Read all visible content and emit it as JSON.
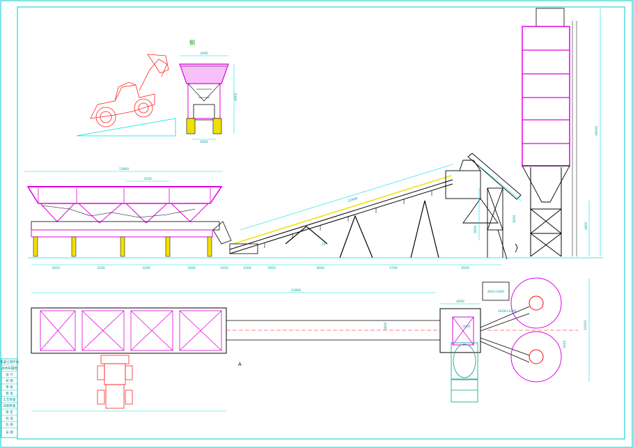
{
  "colors": {
    "frame": "#00c8c8",
    "structure": "#e000e0",
    "outline": "#000000",
    "dimension": "#00e0e0",
    "loader": "#ff2020",
    "truck": "#00a080",
    "centerline": "#ff0000"
  },
  "drawing": {
    "loader_view_label": "侧",
    "plan_marker": "A",
    "dims": {
      "hopper_top_width": "3000",
      "hopper_height": "4900",
      "hopper_base": "2600",
      "batcher_total": "13800",
      "batcher_bin": "3200",
      "segments": [
        "3050",
        "3200",
        "3200",
        "3200",
        "1950",
        "2200",
        "2950",
        "4600",
        "5700",
        "4500"
      ],
      "belt_length": "22900",
      "belt_angle": "15°",
      "silo_height": "18000",
      "silo_leg": "4800",
      "mixer_height": "3900",
      "mixer_tower": "5650",
      "plan_total": "31000",
      "plan_mixer": "4000",
      "plan_mixer_width": "3000",
      "plan_silo_span": "10000",
      "plan_silo_dia": "3000",
      "plan_side": "3800",
      "plan_room": "2400×2200",
      "cement_room": "800×1000"
    }
  },
  "title_block": {
    "rows": [
      "混凝土搅拌站",
      "总体布置图",
      "设 计",
      "校 图",
      "审 核",
      "批 准",
      "工艺审查",
      "日期审查",
      "审 定",
      "标 准",
      "比 例",
      "日 期"
    ]
  }
}
